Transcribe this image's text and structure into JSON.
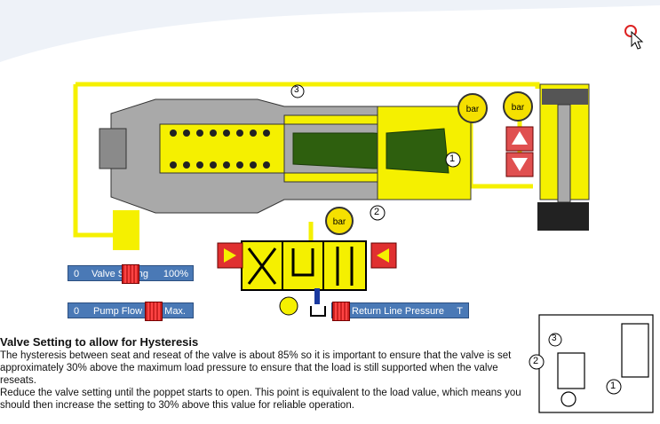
{
  "gauges": [
    {
      "unit": "bar"
    },
    {
      "unit": "bar"
    },
    {
      "unit": "bar"
    }
  ],
  "ports": [
    "1",
    "2",
    "3"
  ],
  "schematic_ports": [
    "1",
    "2",
    "3"
  ],
  "sliders": {
    "valve_setting": {
      "min_label": "0",
      "label": "Valve Setting",
      "max_label": "100%"
    },
    "pump_flow": {
      "min_label": "0",
      "label": "Pump Flow",
      "max_label": "Max."
    },
    "return_line": {
      "label": "Return Line Pressure",
      "max_label": "T"
    }
  },
  "description": {
    "title": "Valve Setting to allow for Hysteresis",
    "paragraph1": "The hysteresis between seat and reseat of the valve is about 85% so it is important to ensure that the valve is set approximately 30% above the maximum load pressure to ensure that the load is still supported when the valve reseats.",
    "paragraph2": "Reduce the valve setting until the poppet starts to open. This point is equivalent to the load value, which means you should then increase the setting to 30% above this value for reliable operation."
  },
  "colors": {
    "oil": "#f5f000",
    "pressure": "#2e5f0e",
    "body": "#aaaaaa",
    "slider": "#4a79b6",
    "knob": "#e03030"
  }
}
